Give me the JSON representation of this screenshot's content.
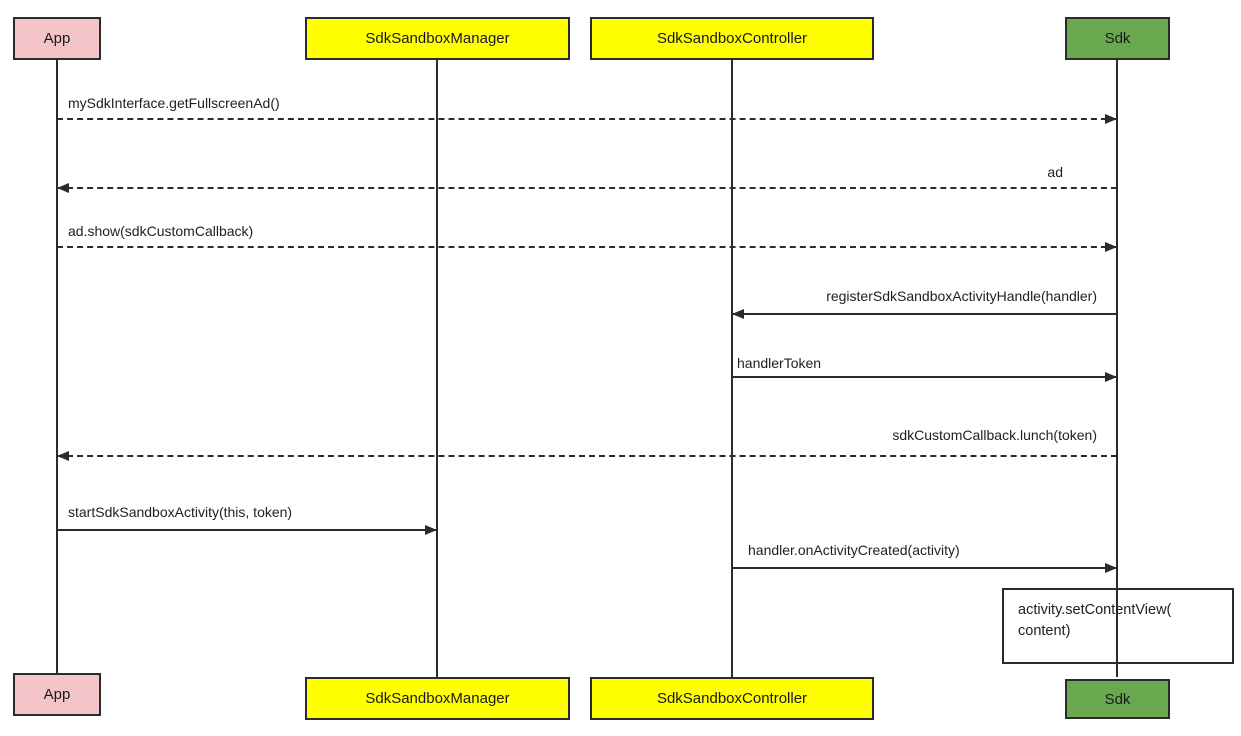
{
  "diagram": {
    "type": "uml-sequence",
    "background_color": "#ffffff",
    "line_color": "#2b2b2b",
    "actors": [
      {
        "name": "App",
        "label": "App",
        "color": "#f3c5c9"
      },
      {
        "name": "SdkSandboxManager",
        "label": "SdkSandboxManager",
        "color": "#ffff00"
      },
      {
        "name": "SdkSandboxController",
        "label": "SdkSandboxController",
        "color": "#ffff00"
      },
      {
        "name": "Sdk",
        "label": "Sdk",
        "color": "#6aa84f"
      }
    ],
    "messages": [
      {
        "label": "mySdkInterface.getFullscreenAd()",
        "from": "App",
        "to": "Sdk",
        "style": "dashed"
      },
      {
        "label": "ad",
        "from": "Sdk",
        "to": "App",
        "style": "dashed"
      },
      {
        "label": "ad.show(sdkCustomCallback)",
        "from": "App",
        "to": "Sdk",
        "style": "dashed"
      },
      {
        "label": "registerSdkSandboxActivityHandle(handler)",
        "from": "Sdk",
        "to": "SdkSandboxController",
        "style": "solid"
      },
      {
        "label": "handlerToken",
        "from": "SdkSandboxController",
        "to": "Sdk",
        "style": "solid"
      },
      {
        "label": "sdkCustomCallback.lunch(token)",
        "from": "Sdk",
        "to": "App",
        "style": "dashed"
      },
      {
        "label": "startSdkSandboxActivity(this, token)",
        "from": "App",
        "to": "SdkSandboxManager",
        "style": "solid"
      },
      {
        "label": "handler.onActivityCreated(activity)",
        "from": "SdkSandboxController",
        "to": "Sdk",
        "style": "solid"
      }
    ],
    "note": {
      "attached_to": "Sdk",
      "line1": "activity.setContentView(",
      "line2": "content)"
    }
  }
}
